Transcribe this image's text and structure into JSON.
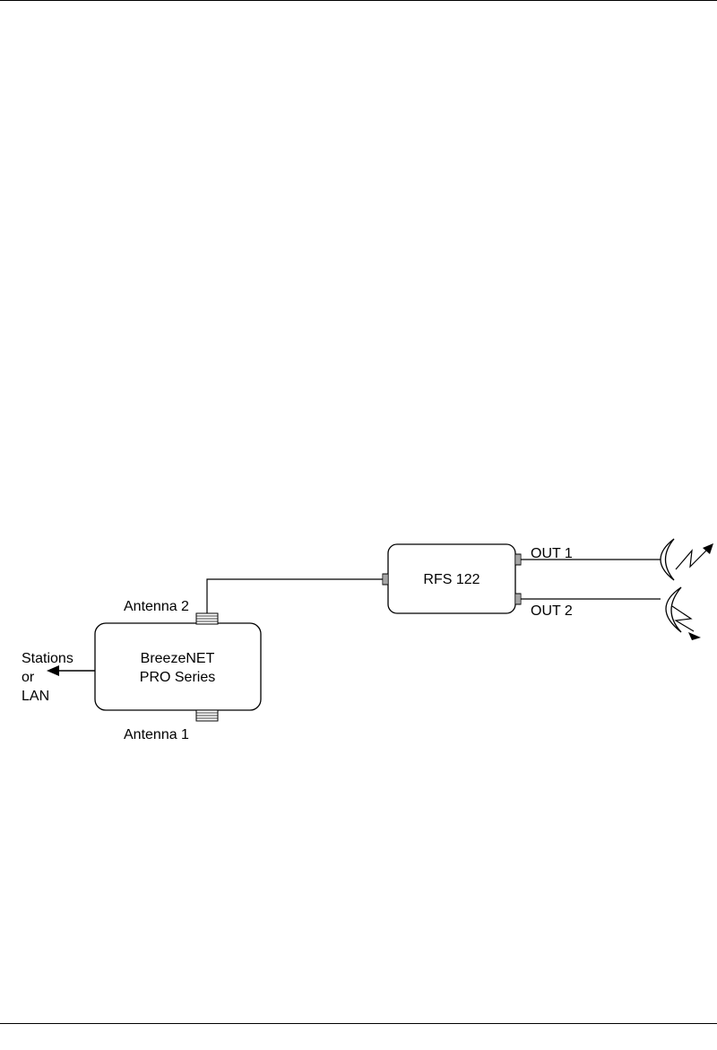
{
  "diagram": {
    "device_main": {
      "line1": "BreezeNET",
      "line2": "PRO Series"
    },
    "device_rfs": {
      "label": "RFS 122"
    },
    "antenna2_label": "Antenna 2",
    "antenna1_label": "Antenna 1",
    "lan_label": {
      "line1": "Stations",
      "line2": "or",
      "line3": "LAN"
    },
    "out1_label": "OUT 1",
    "out2_label": "OUT 2"
  },
  "icons": {
    "antenna_out1": "dish-antenna-icon",
    "antenna_out2": "dish-antenna-icon",
    "connector": "rf-connector-icon"
  }
}
